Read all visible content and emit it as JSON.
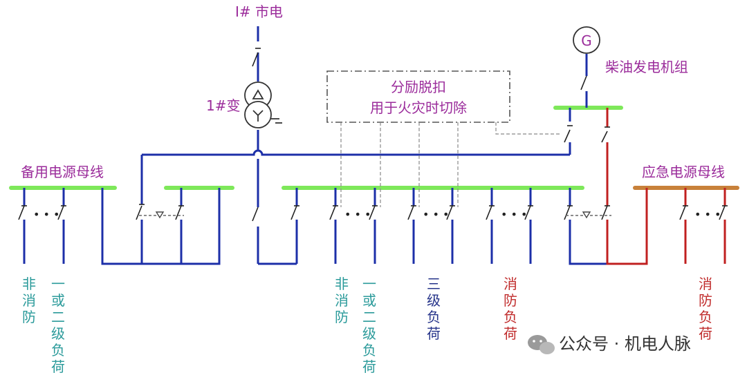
{
  "labels": {
    "utility_power": "I# 市电",
    "transformer": "1#变",
    "generator_symbol": "G",
    "generator_set": "柴油发电机组",
    "shunt_trip_line1": "分励脱扣",
    "shunt_trip_line2": "用于火灾时切除",
    "standby_bus": "备用电源母线",
    "emergency_bus": "应急电源母线"
  },
  "load_labels": {
    "non_fire_1": "非消防",
    "class_1_2_1": "一或二级负荷",
    "non_fire_2": "非消防",
    "class_1_2_2": "一或二级负荷",
    "class_3": "三级负荷",
    "fire_load_1": "消防负荷",
    "fire_load_2": "消防负荷"
  },
  "ellipsis": "• • •",
  "watermark": "公众号 · 机电人脉",
  "colors": {
    "busbar_green": "#7ee85a",
    "emergency_bus": "#c8813a",
    "blue_line": "#1c2fa8",
    "red_line": "#c02020",
    "dashed": "#888888",
    "purple_text": "#9b2c9b",
    "teal_text": "#2a9a9a",
    "navy_text": "#26348a",
    "red_text": "#c02b2b"
  }
}
